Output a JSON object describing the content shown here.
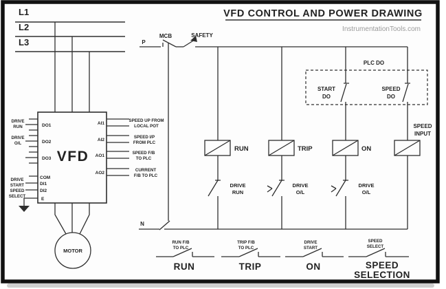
{
  "header": {
    "title": "VFD CONTROL AND POWER DRAWING",
    "watermark": "InstrumentationTools.com"
  },
  "power": {
    "phase_labels": [
      "L1",
      "L2",
      "L3"
    ],
    "vfd_label": "VFD",
    "motor_label": "MOTOR",
    "left_pins": [
      "DO1",
      "DO2",
      "DO3",
      "COM",
      "DI1",
      "DI2",
      "E"
    ],
    "left_labels": [
      [
        "DRIVE",
        "RUN"
      ],
      [
        "DRIVE",
        "O/L"
      ],
      [
        "DRIVE",
        "START"
      ],
      [
        "SPEED",
        "SELECT"
      ]
    ],
    "right_pins": [
      "AI1",
      "AI2",
      "AO1",
      "AO2"
    ],
    "right_labels": [
      [
        "SPEED UP FROM",
        "LOCAL POT"
      ],
      [
        "SPEED I/P",
        "FROM PLC"
      ],
      [
        "SPEED F/B",
        "TO PLC"
      ],
      [
        "CURRENT",
        "F/B TO PLC"
      ]
    ]
  },
  "control": {
    "phase_label": "P",
    "neutral_label": "N",
    "mcb_label": "MCB",
    "safety_label": "SAFETY",
    "plc_do_label": "PLC DO",
    "start_do": [
      "START",
      "DO"
    ],
    "speed_do": [
      "SPEED",
      "DO"
    ],
    "speed_input": [
      "SPEED",
      "INPUT"
    ],
    "coils": [
      "RUN",
      "TRIP",
      "ON"
    ],
    "contacts": [
      [
        "DRIVE",
        "RUN"
      ],
      [
        "DRIVE",
        "O/L"
      ],
      [
        "DRIVE",
        "O/L"
      ]
    ]
  },
  "io_row": [
    {
      "top": [
        "RUN F/B",
        "TO PLC"
      ],
      "label": [
        "RUN"
      ]
    },
    {
      "top": [
        "TRIP F/B",
        "TO PLC"
      ],
      "label": [
        "TRIP"
      ]
    },
    {
      "top": [
        "DRIVE",
        "START"
      ],
      "label": [
        "ON"
      ]
    },
    {
      "top": [
        "SPEED",
        "SELECT"
      ],
      "label": [
        "SPEED",
        "SELECTION"
      ]
    }
  ],
  "colors": {
    "line": "#2e2e2e",
    "frame": "#111111",
    "watermark": "#9a9a9a"
  }
}
